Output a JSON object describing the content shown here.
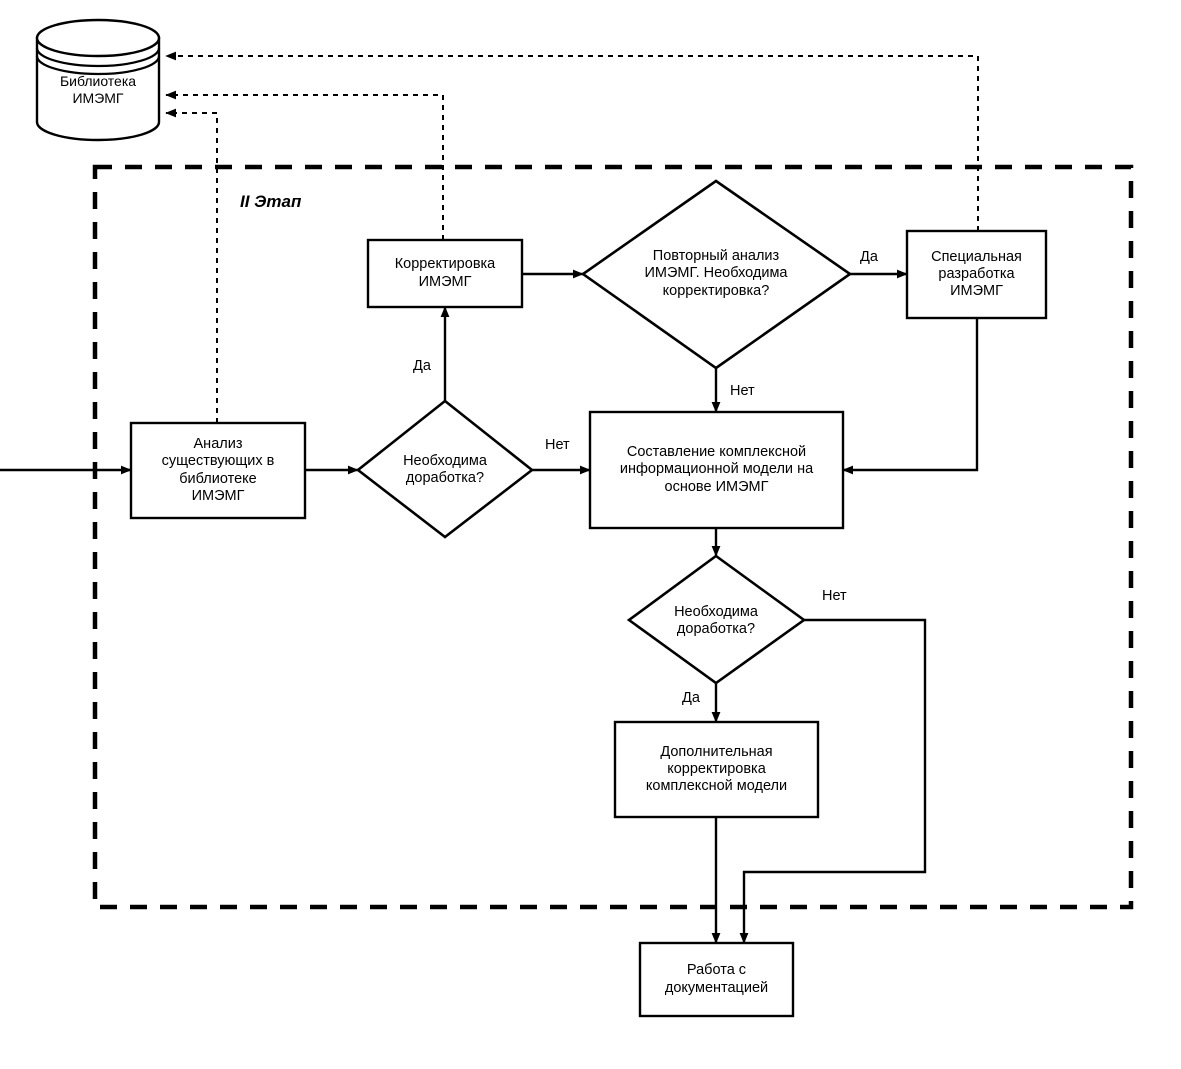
{
  "diagram": {
    "title": "II Этап",
    "stage_label": "II Этап",
    "colors": {
      "stroke": "#000000",
      "fill": "#ffffff",
      "background": "#ffffff"
    }
  },
  "datastore": {
    "name": "library-datastore",
    "line1": "Библиотека",
    "line2": "ИМЭМГ"
  },
  "nodes": {
    "analysis": {
      "type": "process",
      "label": "Анализ\nсуществующих в\nбиблиотеке\nИМЭМГ"
    },
    "correction": {
      "type": "process",
      "label": "Корректировка\nИМЭМГ"
    },
    "special_development": {
      "type": "process",
      "label": "Специальная\nразработка\nИМЭМГ"
    },
    "complex_model": {
      "type": "process",
      "label": "Составление комплексной\nинформационной модели на\nоснове ИМЭМГ"
    },
    "additional_correction": {
      "type": "process",
      "label": "Дополнительная\nкорректировка\nкомплексной модели"
    },
    "documentation": {
      "type": "process",
      "label": "Работа с\nдокументацией"
    },
    "decision_refine_1": {
      "type": "decision",
      "label": "Необходима\nдоработка?"
    },
    "decision_reanalysis": {
      "type": "decision",
      "label": "Повторный анализ\nИМЭМГ. Необходима\nкорректировка?"
    },
    "decision_refine_2": {
      "type": "decision",
      "label": "Необходима\nдоработка?"
    }
  },
  "edge_labels": {
    "refine1_yes": "Да",
    "refine1_no": "Нет",
    "reanalysis_yes": "Да",
    "reanalysis_no": "Нет",
    "refine2_yes": "Да",
    "refine2_no": "Нет"
  }
}
